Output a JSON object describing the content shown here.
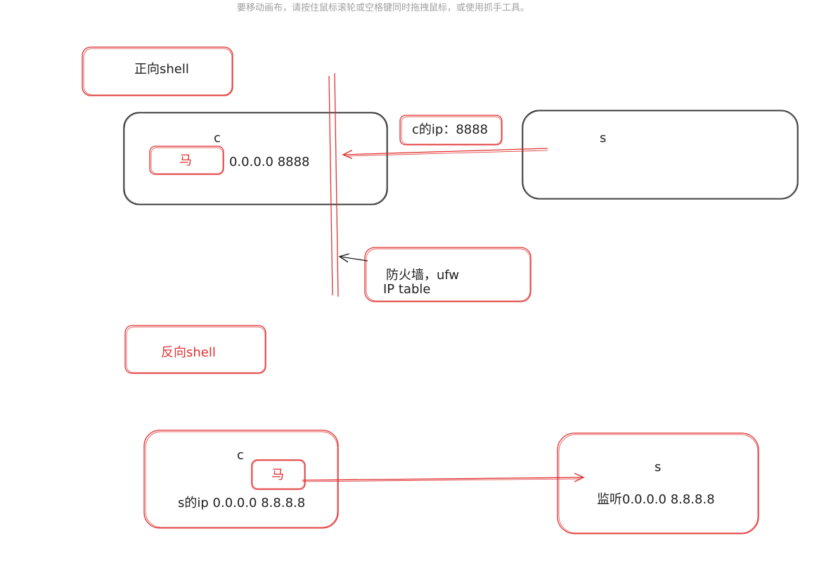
{
  "hint": "要移动画布，请按住鼠标滚轮或空格键同时拖拽鼠标，或使用抓手工具。",
  "forward": {
    "title": "正向shell",
    "client_label": "c",
    "horse_label": "马",
    "listen_text": "0.0.0.0  8888",
    "connect_label": "c的ip：8888",
    "server_label": "s",
    "firewall_line1": "防火墙，ufw",
    "firewall_line2": "IP table"
  },
  "reverse": {
    "title": "反向shell",
    "client_label": "c",
    "horse_label": "马",
    "client_text": "s的ip 0.0.0.0 8.8.8.8",
    "server_label": "s",
    "server_text": "监听0.0.0.0  8.8.8.8"
  },
  "colors": {
    "black_stroke": "#1e1e1e",
    "red_stroke": "#e03131"
  }
}
